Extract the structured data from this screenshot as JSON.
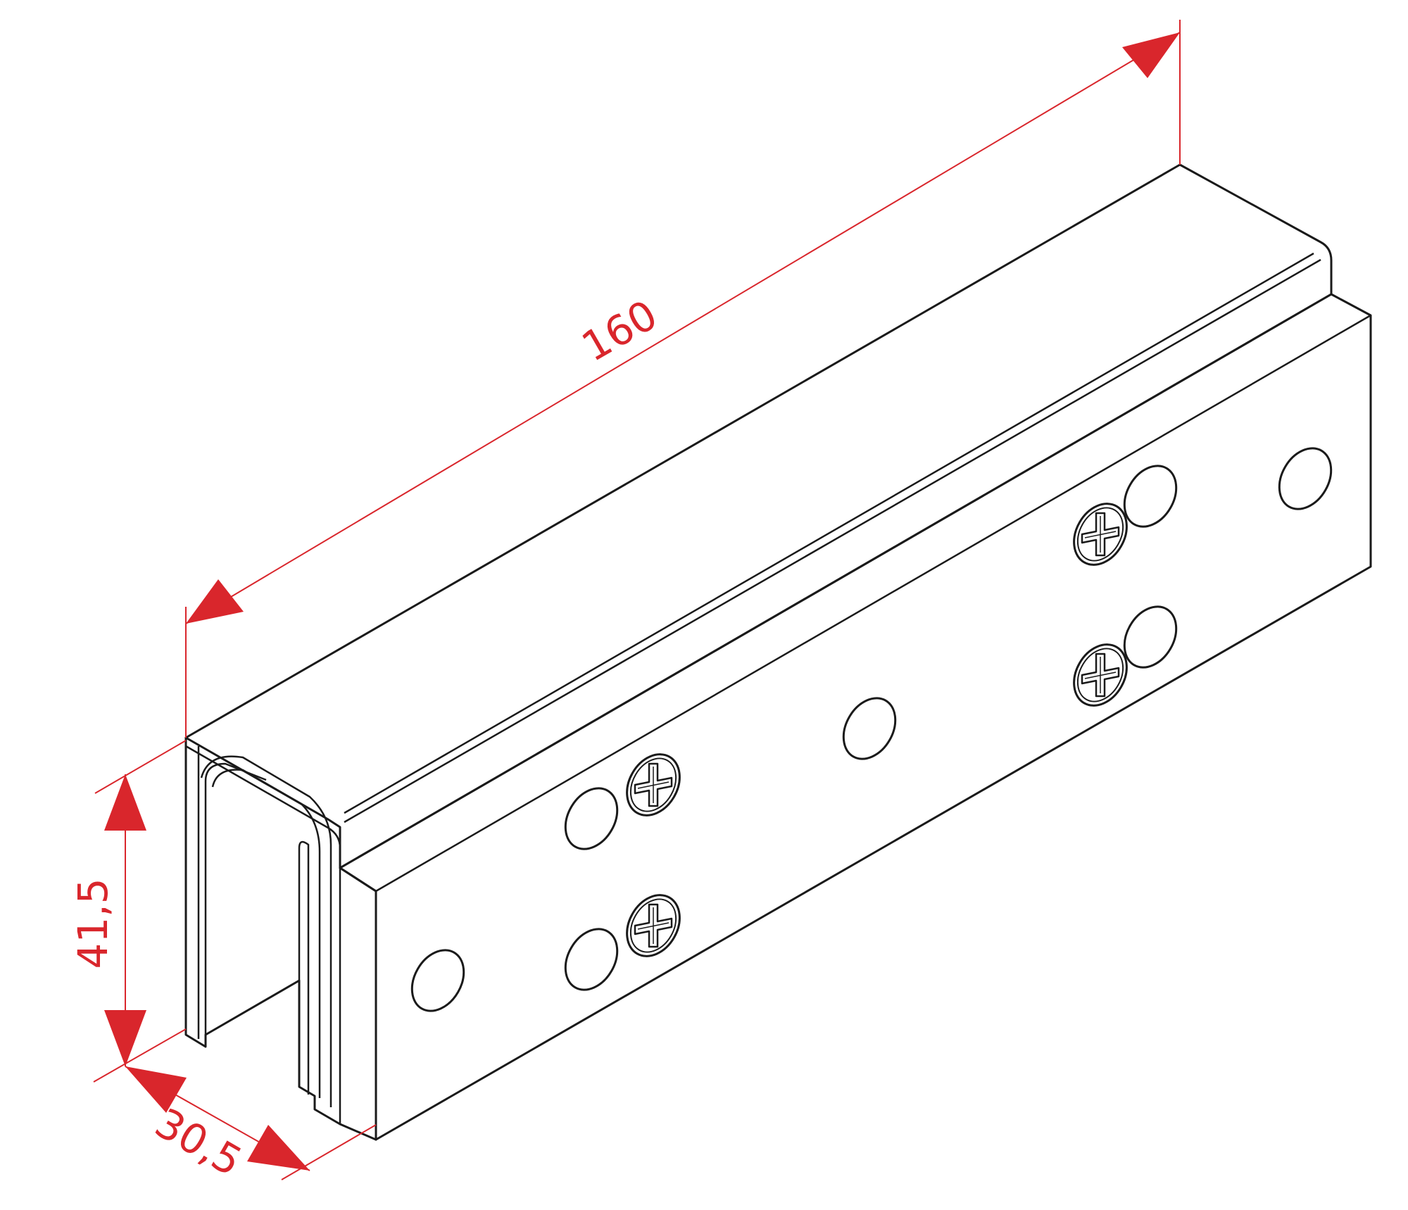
{
  "colors": {
    "dimension": "#d9262c",
    "outline": "#1a1a1a",
    "background": "#ffffff"
  },
  "dimensions": {
    "length": "160",
    "height": "41,5",
    "width": "30,5"
  },
  "icons": {
    "screw": "phillips-screw-icon",
    "hole": "mounting-hole"
  }
}
